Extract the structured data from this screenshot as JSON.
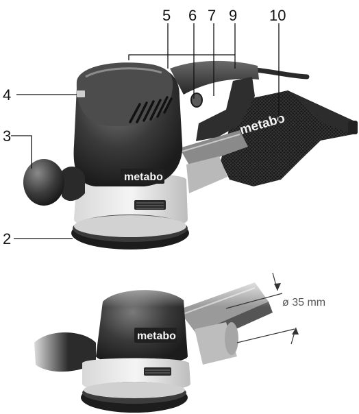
{
  "callouts": [
    {
      "id": "1",
      "label": "5"
    },
    {
      "id": "2",
      "label": "6"
    },
    {
      "id": "3",
      "label": "7"
    },
    {
      "id": "4",
      "label": "9"
    },
    {
      "id": "5",
      "label": "10"
    },
    {
      "id": "6",
      "label": "4"
    },
    {
      "id": "7",
      "label": "3"
    },
    {
      "id": "8",
      "label": "2"
    }
  ],
  "brand": "metabo",
  "dimension_label": "ø 35 mm"
}
